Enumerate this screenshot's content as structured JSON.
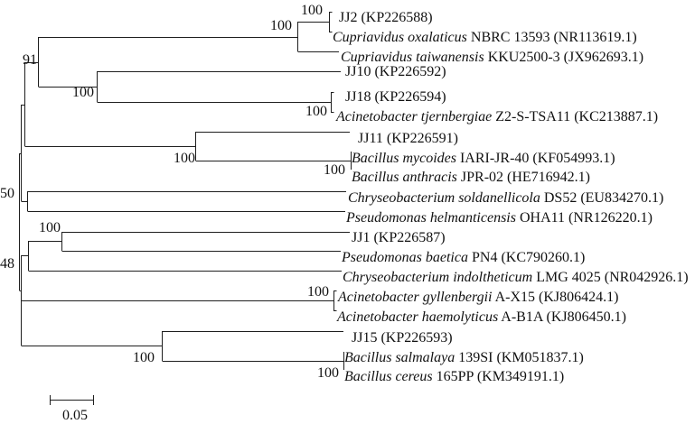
{
  "figure": {
    "kind": "phylogenetic tree (neighbor-joining style, bootstrap support at nodes)",
    "topology": "(((((JJ2,Cupriavidus oxalaticus)100,Cupriavidus taiwanensis)100,(JJ10,(JJ18,Acinetobacter tjernbergiae)100)100)91,(JJ11,(Bacillus mycoides,Bacillus anthracis)100)100),(Chryseobacterium soldanellicola,Pseudomonas helmanticensis))50,(((JJ1,Pseudomonas baetica)100,Chryseobacterium indoltheticum),((Acinetobacter gyllenbergii,Acinetobacter haemolyticus)100,(JJ15,(Bacillus salmalaya,Bacillus cereus)100)100))48"
  },
  "tips": [
    {
      "species": "",
      "rest": "JJ2 (KP226588)"
    },
    {
      "species": "Cupriavidus oxalaticus",
      "rest": "NBRC 13593 (NR113619.1)"
    },
    {
      "species": "Cupriavidus taiwanensis",
      "rest": "KKU2500-3 (JX962693.1)"
    },
    {
      "species": "",
      "rest": "JJ10 (KP226592)"
    },
    {
      "species": "",
      "rest": "JJ18 (KP226594)"
    },
    {
      "species": "Acinetobacter tjernbergiae",
      "rest": "Z2-S-TSA11 (KC213887.1)"
    },
    {
      "species": "",
      "rest": "JJ11 (KP226591)"
    },
    {
      "species": "Bacillus mycoides",
      "rest": "IARI-JR-40 (KF054993.1)"
    },
    {
      "species": "Bacillus anthracis",
      "rest": "JPR-02 (HE716942.1)"
    },
    {
      "species": "Chryseobacterium soldanellicola",
      "rest": "DS52 (EU834270.1)"
    },
    {
      "species": "Pseudomonas helmanticensis",
      "rest": "OHA11 (NR126220.1)"
    },
    {
      "species": "",
      "rest": "JJ1 (KP226587)"
    },
    {
      "species": "Pseudomonas baetica",
      "rest": "PN4 (KC790260.1)"
    },
    {
      "species": "Chryseobacterium indoltheticum",
      "rest": "LMG 4025 (NR042926.1)"
    },
    {
      "species": "Acinetobacter gyllenbergii",
      "rest": "A-X15 (KJ806424.1)"
    },
    {
      "species": "Acinetobacter haemolyticus",
      "rest": "A-B1A (KJ806450.1)"
    },
    {
      "species": "",
      "rest": "JJ15 (KP226593)"
    },
    {
      "species": "Bacillus salmalaya",
      "rest": "139SI (KM051837.1)"
    },
    {
      "species": "Bacillus cereus",
      "rest": "165PP (KM349191.1)"
    }
  ],
  "bootstrap": [
    {
      "node": "JJ2 + C. oxalaticus",
      "value": "100"
    },
    {
      "node": "Cupriavidus clade",
      "value": "100"
    },
    {
      "node": "Cupriavidus + JJ10/JJ18 clade",
      "value": "91"
    },
    {
      "node": "JJ10 + (JJ18, A. tjernbergiae)",
      "value": "100"
    },
    {
      "node": "JJ18 + A. tjernbergiae",
      "value": "100"
    },
    {
      "node": "JJ11 + B. mycoides/B. anthracis",
      "value": "100"
    },
    {
      "node": "B. mycoides + B. anthracis",
      "value": "100"
    },
    {
      "node": "upper group",
      "value": "50"
    },
    {
      "node": "JJ1 + P. baetica",
      "value": "100"
    },
    {
      "node": "lower group",
      "value": "48"
    },
    {
      "node": "A. gyllenbergii + A. haemolyticus",
      "value": "100"
    },
    {
      "node": "JJ15 + B. salmalaya/B. cereus",
      "value": "100"
    },
    {
      "node": "B. salmalaya + B. cereus",
      "value": "100"
    }
  ],
  "scale_bar": {
    "label": "0.05",
    "value": 0.05
  }
}
